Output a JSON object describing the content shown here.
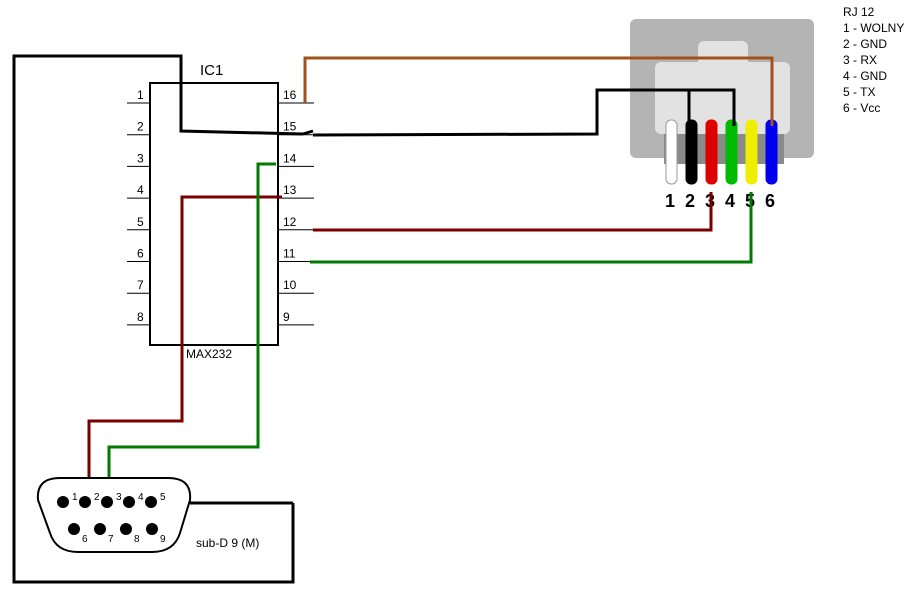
{
  "ic": {
    "name": "IC1",
    "part": "MAX232",
    "left_pins": [
      "1",
      "2",
      "3",
      "4",
      "5",
      "6",
      "7",
      "8"
    ],
    "right_pins": [
      "16",
      "15",
      "14",
      "13",
      "12",
      "11",
      "10",
      "9"
    ]
  },
  "rj12": {
    "pin_numbers": [
      "1",
      "2",
      "3",
      "4",
      "5",
      "6"
    ],
    "wire_colors": [
      "#ffffff",
      "#000000",
      "#dd0000",
      "#00bb00",
      "#eeee00",
      "#0000ee"
    ],
    "legend": {
      "title": "RJ 12",
      "items": [
        "1 - WOLNY",
        "2 - GND",
        "3 - RX",
        "4 - GND",
        "5 - TX",
        "6 - Vcc"
      ]
    }
  },
  "subd": {
    "label": "sub-D 9 (M)",
    "top_pins": [
      "1",
      "2",
      "3",
      "4",
      "5"
    ],
    "bottom_pins": [
      "6",
      "7",
      "8",
      "9"
    ]
  },
  "wire_colors": {
    "brown": "#a0521c",
    "darkred": "#7a0000",
    "green": "#007a00",
    "black": "#000000"
  }
}
